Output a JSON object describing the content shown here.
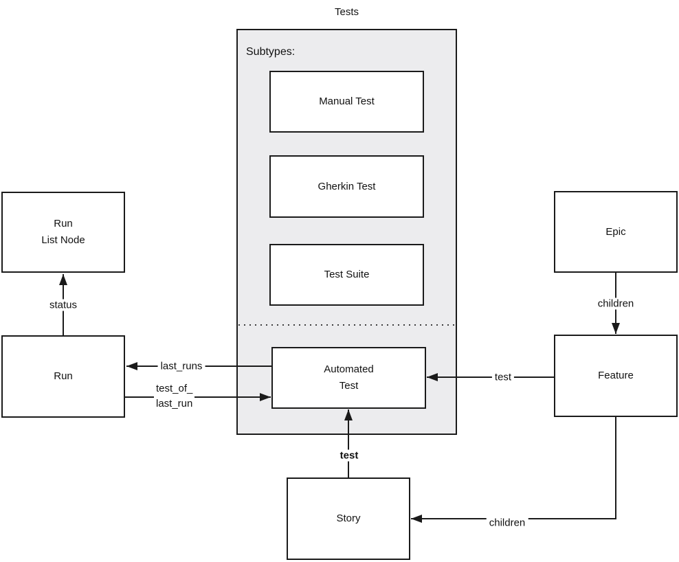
{
  "container": {
    "title": "Tests",
    "subtypes_label": "Subtypes:"
  },
  "nodes": {
    "manual_test": {
      "label": "Manual Test"
    },
    "gherkin_test": {
      "label": "Gherkin Test"
    },
    "test_suite": {
      "label": "Test Suite"
    },
    "automated_test": {
      "line1": "Automated",
      "line2": "Test"
    },
    "run_list_node": {
      "line1": "Run",
      "line2": "List Node"
    },
    "run": {
      "label": "Run"
    },
    "epic": {
      "label": "Epic"
    },
    "feature": {
      "label": "Feature"
    },
    "story": {
      "label": "Story"
    }
  },
  "edges": {
    "status": {
      "label": "status"
    },
    "last_runs": {
      "label": "last_runs"
    },
    "test_of_last_run": {
      "line1": "test_of_",
      "line2": "last_run"
    },
    "children_epic_feature": {
      "label": "children"
    },
    "test_feature_automated": {
      "label": "test"
    },
    "test_story_automated": {
      "label": "test"
    },
    "children_feature_story": {
      "label": "children"
    }
  },
  "colors": {
    "group_fill": "#ececee",
    "line": "#1a1a1a",
    "node_fill": "#ffffff",
    "background": "#ffffff"
  }
}
